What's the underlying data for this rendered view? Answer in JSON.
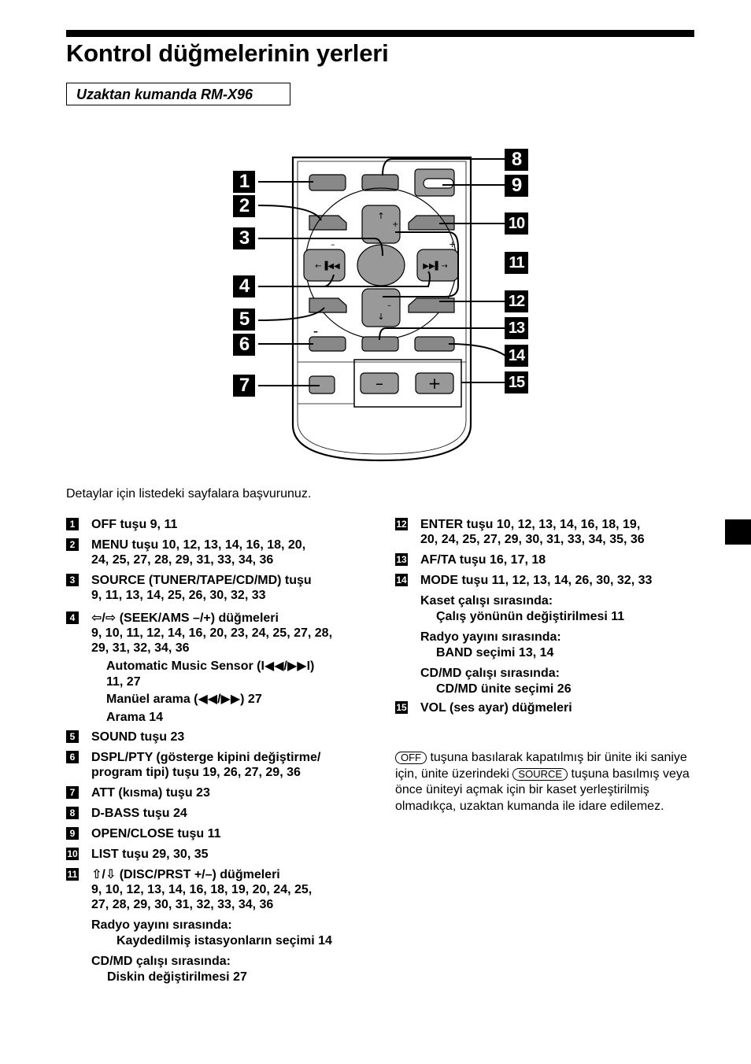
{
  "title": "Kontrol düğmelerinin yerleri",
  "subtitle": "Uzaktan kumanda RM-X96",
  "callouts": [
    "1",
    "2",
    "3",
    "4",
    "5",
    "6",
    "7",
    "8",
    "9",
    "10",
    "11",
    "12",
    "13",
    "14",
    "15"
  ],
  "remote_marks": {
    "minus": "–",
    "plus": "+"
  },
  "intro": "Detaylar için listedeki sayfalara başvurunuz.",
  "items": [
    {
      "n": "1",
      "lines": [
        "OFF tuşu  9, 11"
      ]
    },
    {
      "n": "2",
      "lines": [
        "MENU tuşu   10, 12, 13, 14, 16, 18, 20,",
        "24, 25, 27, 28, 29, 31, 33, 34, 36"
      ]
    },
    {
      "n": "3",
      "lines": [
        "SOURCE (TUNER/TAPE/CD/MD) tuşu",
        "9, 11, 13, 14, 25, 26, 30, 32, 33"
      ]
    },
    {
      "n": "4",
      "lines": [
        "⇦/⇨ (SEEK/AMS –/+) düğmeleri",
        "9, 10, 11, 12, 14, 16, 20, 23, 24, 25, 27, 28,",
        "29, 31, 32, 34, 36"
      ]
    },
    {
      "n": "5",
      "lines": [
        "SOUND tuşu  23"
      ]
    },
    {
      "n": "6",
      "lines": [
        "DSPL/PTY (gösterge kipini değiştirme/",
        "program tipi) tuşu  19, 26, 27, 29, 36"
      ]
    },
    {
      "n": "7",
      "lines": [
        "ATT (kısma) tuşu  23"
      ]
    },
    {
      "n": "8",
      "lines": [
        "D-BASS tuşu  24"
      ]
    },
    {
      "n": "9",
      "lines": [
        "OPEN/CLOSE tuşu  11"
      ]
    },
    {
      "n": "10",
      "lines": [
        "LIST tuşu  29, 30, 35"
      ]
    },
    {
      "n": "11",
      "lines": [
        "⇧/⇩ (DISC/PRST +/–) düğmeleri",
        "9, 10, 12, 13, 14, 16, 18, 19, 20, 24, 25,",
        "27, 28, 29, 30, 31, 32, 33, 34, 36"
      ]
    },
    {
      "n": "12",
      "lines": [
        "ENTER tuşu   10, 12, 13, 14, 16, 18, 19,",
        "20, 24, 25, 27, 29, 30, 31, 33, 34, 35, 36"
      ]
    },
    {
      "n": "13",
      "lines": [
        "AF/TA tuşu  16, 17, 18"
      ]
    },
    {
      "n": "14",
      "lines": [
        "MODE tuşu  11, 12, 13, 14, 26, 30, 32, 33"
      ]
    },
    {
      "n": "15",
      "lines": [
        "VOL (ses ayar) düğmeleri"
      ]
    }
  ],
  "item4_sub": [
    "Automatic Music Sensor (I◀◀/▶▶I)",
    "11, 27",
    "Manüel arama (◀◀/▶▶)  27",
    "Arama  14"
  ],
  "item11_sub": [
    "Radyo yayını sırasında:",
    "Kaydedilmiş istasyonların seçimi  14",
    "CD/MD çalışı sırasında:",
    "Diskin değiştirilmesi  27"
  ],
  "item14_sub": [
    "Kaset çalışı sırasında:",
    "Çalış yönünün değiştirilmesi  11",
    "Radyo yayını sırasında:",
    "BAND seçimi  13, 14",
    "CD/MD çalışı sırasında:",
    "CD/MD ünite seçimi  26"
  ],
  "note": {
    "btn_off": "OFF",
    "t1": " tuşuna basılarak kapatılmış bir ünite iki saniye için, ünite üzerindeki ",
    "btn_source": "SOURCE",
    "t2": " tuşuna basılmış veya önce üniteyi açmak için bir kaset yerleştirilmiş olmadıkça, uzaktan kumanda ile idare edilemez."
  }
}
